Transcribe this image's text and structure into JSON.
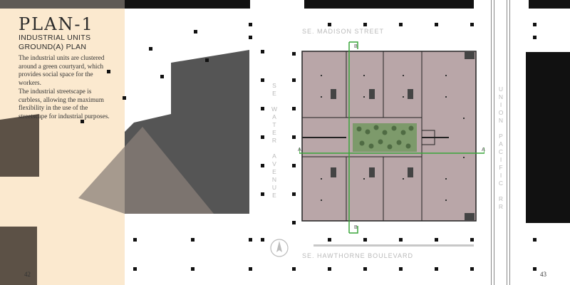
{
  "left_page": {
    "title": "PLAN-1",
    "subtitle_line1": "INDUSTRIAL UNITS",
    "subtitle_line2": "GROUND(A) PLAN",
    "paragraph1": "The industrial units are clustered around a green courtyard, which provides social space for the workers.",
    "paragraph2": "The industrial streetscape is curbless, allowing the maximum flexibility in the use of the streetscape for industrial purposes.",
    "page_number": "42"
  },
  "right_page": {
    "street_top": "SE. MADISON STREET",
    "street_bottom": "SE. HAWTHORNE BOULEVARD",
    "street_left": "SE WATER AVENUE",
    "street_right": "UNION PACIFIC RR",
    "section_mark_a": "A",
    "section_mark_b": "B",
    "north_arrow": "N",
    "page_number": "43"
  },
  "colors": {
    "cream": "#fbe9cf",
    "plan_fill": "#b9a6a8",
    "section_line": "#3aa63a",
    "dark_shape": "#555555"
  }
}
